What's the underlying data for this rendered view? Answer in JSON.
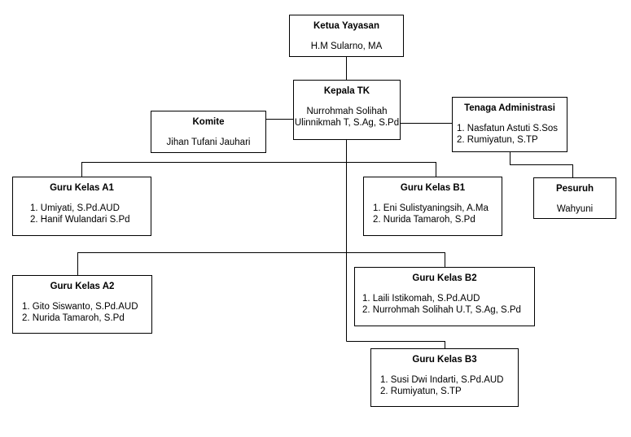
{
  "nodes": {
    "ketua": {
      "title": "Ketua Yayasan",
      "lines": [
        "H.M Sularno, MA"
      ]
    },
    "kepala": {
      "title": "Kepala TK",
      "lines": [
        "Nurrohmah Solihah",
        "Ulinnikmah T, S.Ag, S.Pd"
      ]
    },
    "komite": {
      "title": "Komite",
      "lines": [
        "Jihan Tufani Jauhari"
      ]
    },
    "tenaga": {
      "title": "Tenaga Administrasi",
      "lines": [
        "1. Nasfatun Astuti S.Sos",
        "2. Rumiyatun, S.TP"
      ]
    },
    "pesuruh": {
      "title": "Pesuruh",
      "lines": [
        "Wahyuni"
      ]
    },
    "a1": {
      "title": "Guru Kelas A1",
      "lines": [
        "1. Umiyati, S.Pd.AUD",
        "2. Hanif Wulandari S.Pd"
      ]
    },
    "b1": {
      "title": "Guru Kelas B1",
      "lines": [
        "1. Eni Sulistyaningsih, A.Ma",
        "2. Nurida Tamaroh, S.Pd"
      ]
    },
    "a2": {
      "title": "Guru Kelas A2",
      "lines": [
        "1. Gito Siswanto, S.Pd.AUD",
        "2. Nurida Tamaroh, S.Pd"
      ]
    },
    "b2": {
      "title": "Guru Kelas B2",
      "lines": [
        "1. Laili Istikomah, S.Pd.AUD",
        "2. Nurrohmah Solihah U.T, S.Ag, S.Pd"
      ]
    },
    "b3": {
      "title": "Guru Kelas B3",
      "lines": [
        "1. Susi Dwi Indarti, S.Pd.AUD",
        "2. Rumiyatun, S.TP"
      ]
    }
  }
}
